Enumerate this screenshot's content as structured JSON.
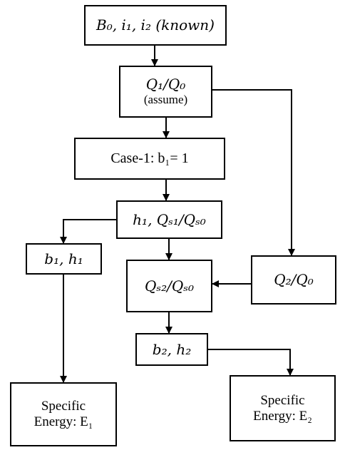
{
  "nodes": {
    "input": {
      "label": "B₀, i₁, i₂ (known)"
    },
    "assume": {
      "line1": "Q₁/Q₀",
      "line2": "(assume)"
    },
    "case1": {
      "label": "Case-1: b₁= 1"
    },
    "h1": {
      "label": "h₁, Qₛ₁/Qₛ₀"
    },
    "b1h1": {
      "label": "b₁, h₁"
    },
    "qs2": {
      "label": "Qₛ₂/Qₛ₀"
    },
    "q2": {
      "label": "Q₂/Q₀"
    },
    "b2h2": {
      "label": "b₂, h₂"
    },
    "e1": {
      "line1": "Specific",
      "line2": "Energy: E₁"
    },
    "e2": {
      "line1": "Specific",
      "line2": "Energy: E₂"
    }
  }
}
